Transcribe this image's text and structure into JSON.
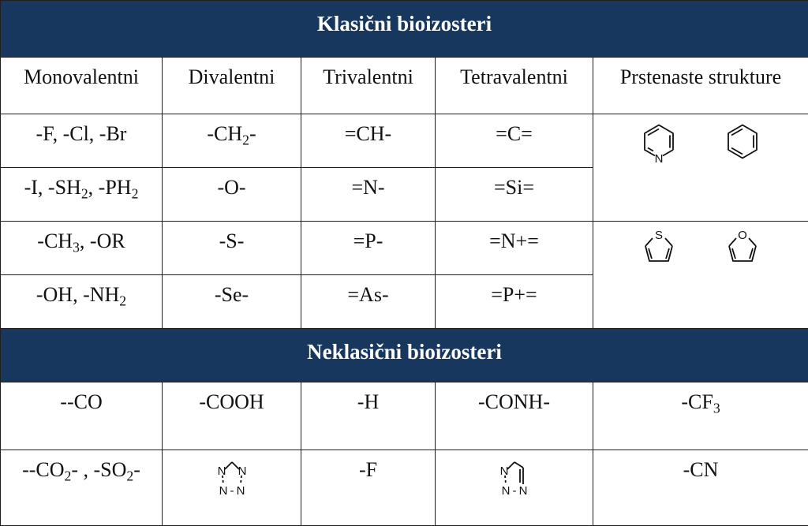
{
  "classic": {
    "title": "Klasični bioizosteri",
    "headers": [
      "Monovalentni",
      "Divalentni",
      "Trivalentni",
      "Tetravalentni",
      "Prstenaste strukture"
    ],
    "rows": [
      [
        "-F, -Cl, -Br",
        "-CH<sub>2</sub>-",
        "=CH-",
        "=C="
      ],
      [
        "-I, -SH<sub>2</sub>, -PH<sub>2</sub>",
        "-O-",
        "=N-",
        "=Si="
      ],
      [
        "-CH<sub>3</sub>, -OR",
        "-S-",
        "=P-",
        "=N+="
      ],
      [
        "-OH, -NH<sub>2</sub>",
        "-Se-",
        "=As-",
        "=P+="
      ]
    ]
  },
  "nonclassic": {
    "title": "Neklasični bioizosteri",
    "rows": [
      [
        "--CO",
        "-COOH",
        "-H",
        "-CONH-",
        "-CF<sub>3</sub>"
      ],
      [
        "--CO<sub>2</sub>- , -SO<sub>2</sub>-",
        "",
        "-F",
        "",
        "-CN"
      ]
    ]
  },
  "structures": {
    "pyridine_atom": "N",
    "thiophene_atom": "S",
    "furan_atom": "O",
    "tetrazole_atoms": [
      "N",
      "N",
      "N",
      "N"
    ],
    "triazole_atoms": [
      "N",
      "N",
      "N"
    ],
    "bond_dash": "-"
  }
}
